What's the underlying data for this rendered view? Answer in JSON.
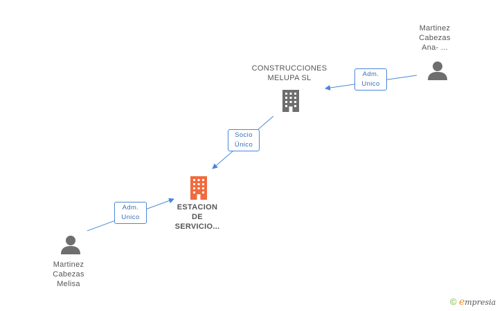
{
  "nodes": {
    "target": {
      "lines": [
        "ESTACION",
        "DE",
        "SERVICIO..."
      ]
    },
    "company": {
      "lines": [
        "CONSTRUCCIONES",
        "MELUPA SL"
      ]
    },
    "person_top": {
      "lines": [
        "Martinez",
        "Cabezas",
        "Ana- ..."
      ]
    },
    "person_bottom": {
      "lines": [
        "Martinez",
        "Cabezas",
        "Melisa"
      ]
    }
  },
  "edges": {
    "person_top_to_company": {
      "lines": [
        "Adm.",
        "Unico"
      ]
    },
    "company_to_target": {
      "lines": [
        "Socio",
        "Único"
      ]
    },
    "person_bottom_to_target": {
      "lines": [
        "Adm.",
        "Unico"
      ]
    }
  },
  "colors": {
    "edge": "#4a86d6",
    "target_icon": "#f26a3d",
    "company_icon": "#6e6e6e",
    "person_icon": "#6e6e6e"
  },
  "watermark": {
    "copyright": "©",
    "brand_initial": "e",
    "brand_rest": "mpresia"
  }
}
